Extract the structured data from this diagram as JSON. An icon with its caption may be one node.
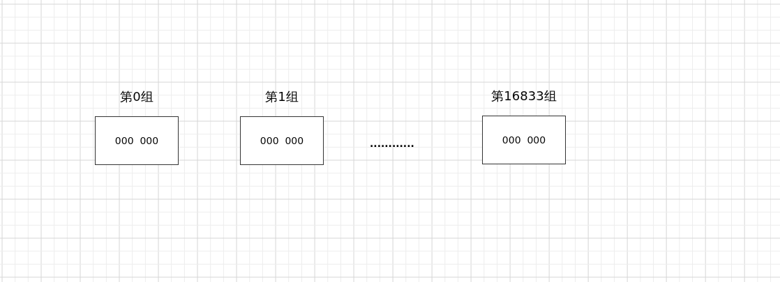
{
  "diagram": {
    "nodes": [
      {
        "text": [
          "第0组",
          "000  000"
        ]
      },
      {
        "text": [
          "第1组",
          "000  000"
        ]
      },
      {
        "text": [
          "第16833组",
          "000  000"
        ]
      }
    ],
    "labels": [
      "............"
    ]
  }
}
